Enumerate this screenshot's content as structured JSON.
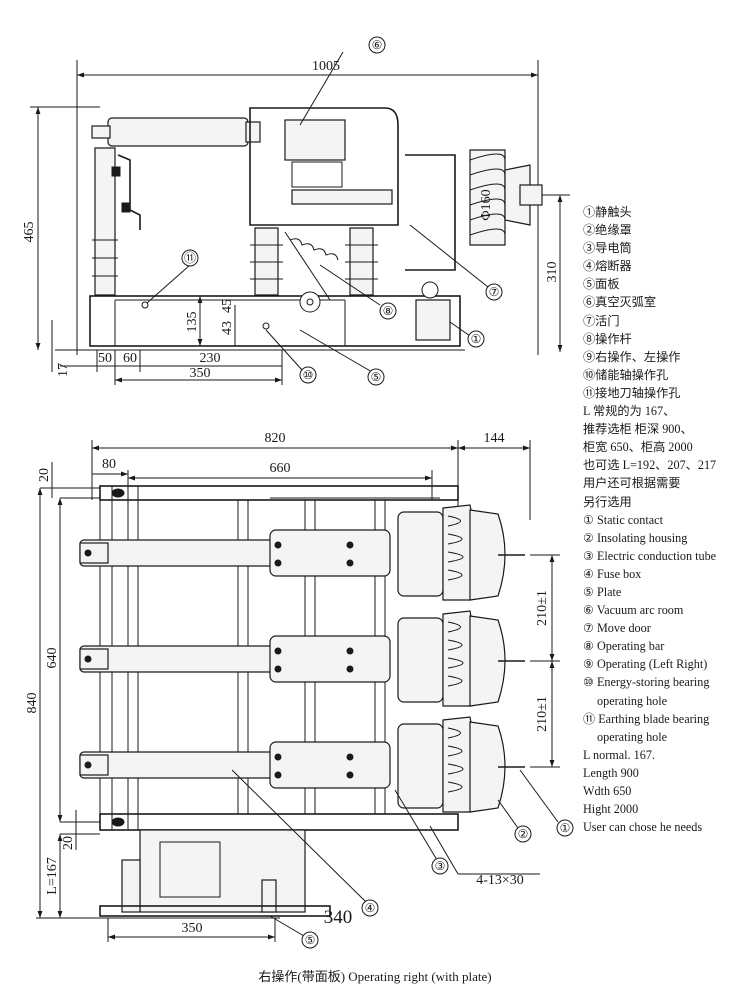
{
  "top_view": {
    "dims": {
      "d1005": "1005",
      "d465": "465",
      "d310": "310",
      "d135": "135",
      "d43": "43",
      "d45": "45",
      "d17": "17",
      "d50": "50",
      "d60": "60",
      "d230": "230",
      "d350": "350",
      "fuse": "Φ160"
    },
    "callouts": {
      "c1": "①",
      "c5": "⑤",
      "c6": "⑥",
      "c7": "⑦",
      "c8": "⑧",
      "c10": "⑩",
      "c11": "⑪"
    }
  },
  "front_view": {
    "dims": {
      "d820": "820",
      "d144": "144",
      "d80": "80",
      "d660": "660",
      "d20a": "20",
      "d640": "640",
      "d840": "840",
      "d210a": "210±1",
      "d210b": "210±1",
      "d20b": "20",
      "dL": "L=167",
      "d340": "340",
      "d350": "350",
      "holes": "4-13×30"
    },
    "callouts": {
      "c1": "①",
      "c2": "②",
      "c3": "③",
      "c4": "④",
      "c5": "⑤"
    }
  },
  "legend": [
    "①静触头",
    "②绝缘罩",
    "③导电筒",
    "④熔断器",
    "⑤面板",
    "⑥真空灭弧室",
    "⑦活门",
    "⑧操作杆",
    "⑨右操作、左操作",
    "⑩储能轴操作孔",
    "⑪接地刀轴操作孔",
    "L 常规的为 167、",
    "推荐选柜 柜深 900、",
    "柜宽 650、柜高 2000",
    "也可选 L=192、207、217",
    "用户还可根据需要",
    "另行选用",
    "① Static contact",
    "② Insolating housing",
    "③ Electric conduction tube",
    "④ Fuse box",
    "⑤ Plate",
    "⑥ Vacuum arc room",
    "⑦ Move door",
    "⑧ Operating bar",
    "⑨ Operating (Left Right)",
    "⑩ Energy-storing bearing",
    "operating hole",
    "⑪ Earthing blade bearing",
    "operating hole",
    "L normal. 167.",
    "Length 900",
    "Wdth 650",
    "Hight 2000",
    "User can chose he needs"
  ],
  "caption": "右操作(带面板) Operating right (with plate)"
}
